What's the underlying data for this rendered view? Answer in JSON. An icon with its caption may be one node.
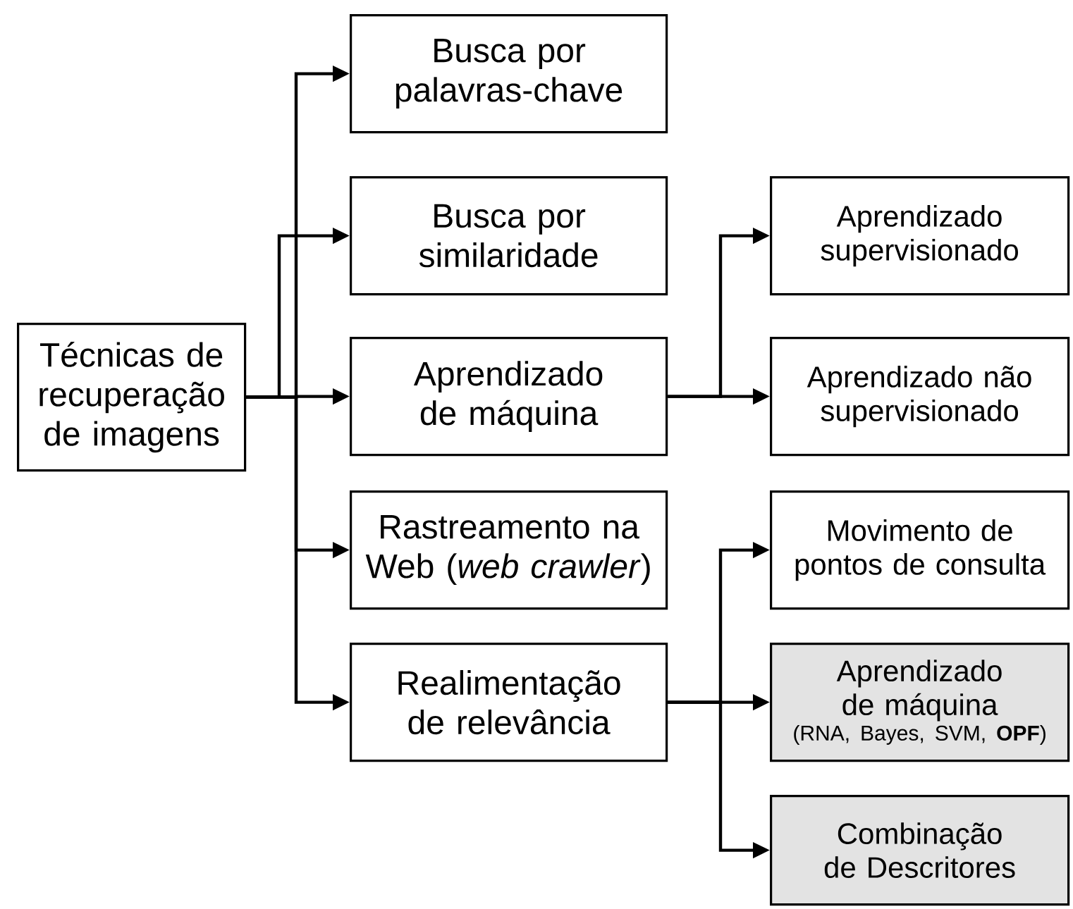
{
  "diagram": {
    "nodes": [
      {
        "text": [
          "Técnicas de recuperação de imagens"
        ]
      },
      {
        "text": [
          "Busca por palavras-chave"
        ]
      },
      {
        "text": [
          "Busca por similaridade"
        ]
      },
      {
        "text": [
          "Aprendizado de máquina"
        ]
      },
      {
        "text": [
          "Rastreamento na Web (*web crawler*)"
        ]
      },
      {
        "text": [
          "Realimentação de relevância"
        ]
      },
      {
        "text": [
          "Aprendizado supervisionado"
        ]
      },
      {
        "text": [
          "Aprendizado não supervisionado"
        ]
      },
      {
        "text": [
          "Movimento de pontos de consulta"
        ]
      },
      {
        "text": [
          "Aprendizado de máquina",
          "(RNA, Bayes, SVM, **OPF**)"
        ]
      },
      {
        "text": [
          "Combinação de Descritores"
        ]
      }
    ],
    "edges": [
      {
        "from": 0,
        "to": 1,
        "arrow": "to"
      },
      {
        "from": 0,
        "to": 2,
        "arrow": "to"
      },
      {
        "from": 0,
        "to": 3,
        "arrow": "to"
      },
      {
        "from": 0,
        "to": 4,
        "arrow": "to"
      },
      {
        "from": 0,
        "to": 5,
        "arrow": "to"
      },
      {
        "from": 3,
        "to": 6,
        "arrow": "to"
      },
      {
        "from": 3,
        "to": 7,
        "arrow": "to"
      },
      {
        "from": 5,
        "to": 8,
        "arrow": "to"
      },
      {
        "from": 5,
        "to": 9,
        "arrow": "to"
      },
      {
        "from": 5,
        "to": 10,
        "arrow": "to"
      }
    ]
  }
}
